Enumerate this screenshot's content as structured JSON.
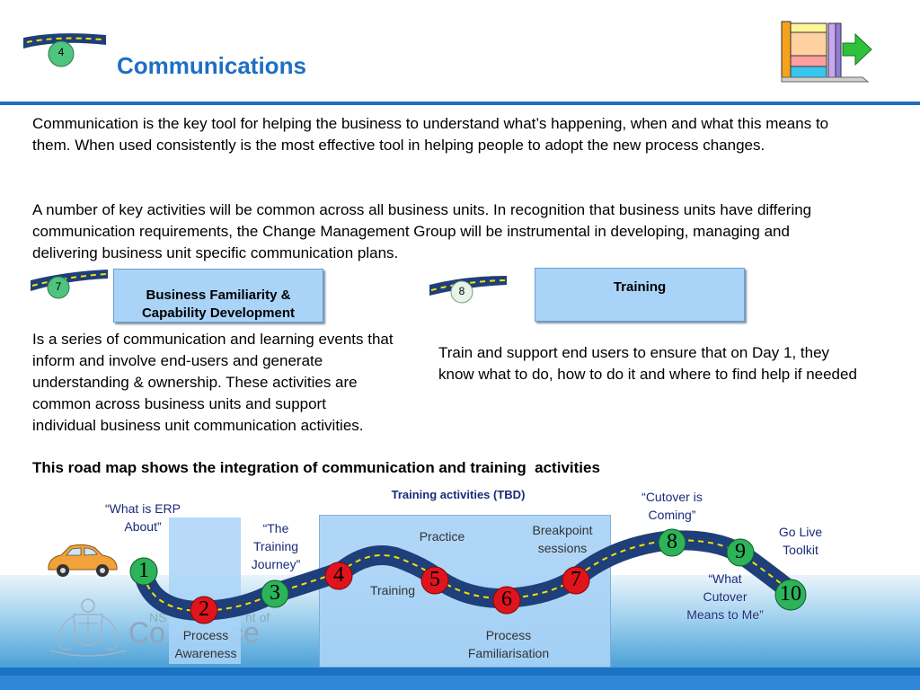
{
  "header": {
    "title": "Communications",
    "badge_number": "4"
  },
  "intro": {
    "paragraph1": "Communication is the key tool for helping the business to understand what’s happening, when and what this means to them. When used consistently is the most effective tool in helping people to adopt the new process changes.",
    "paragraph2": "A number of key activities will be common across all business units. In recognition that business units have differing communication requirements, the Change Management Group will be instrumental in developing, managing and delivering business unit specific communication plans."
  },
  "sections": [
    {
      "badge_number": "7",
      "box_label_line1": "Business Familiarity &",
      "box_label_line2": "Capability Development",
      "description": "Is a series of communication and learning events that inform and involve end-users and generate understanding & ownership. These activities are common across business units and support individual business unit communication activities."
    },
    {
      "badge_number": "8",
      "box_label_line1": "Training",
      "description": "Train and support end users to ensure that on Day 1, they know what to do, how to do it and where to find help if needed"
    }
  ],
  "roadmap": {
    "heading": "This road map shows the integration of communication and training  activities",
    "training_heading": "Training activities (TBD)",
    "labels": {
      "what_is_erp": "“What is ERP About”",
      "training_journey": "“The Training Journey”",
      "cutover_coming": "“Cutover is Coming”",
      "go_live": "Go Live Toolkit",
      "cutover_means": "“What Cutover Means to Me”",
      "practice": "Practice",
      "breakpoint": "Breakpoint sessions",
      "training": "Training",
      "process_awareness": "Process Awareness",
      "process_familiarisation": "Process Familiarisation"
    },
    "milestones": [
      {
        "n": "1",
        "color": "#2db35a"
      },
      {
        "n": "2",
        "color": "#e0141c"
      },
      {
        "n": "3",
        "color": "#2db35a"
      },
      {
        "n": "4",
        "color": "#e0141c"
      },
      {
        "n": "5",
        "color": "#e0141c"
      },
      {
        "n": "6",
        "color": "#e0141c"
      },
      {
        "n": "7",
        "color": "#e0141c"
      },
      {
        "n": "8",
        "color": "#2db35a"
      },
      {
        "n": "9",
        "color": "#2db35a"
      },
      {
        "n": "10",
        "color": "#2db35a"
      }
    ]
  },
  "watermark": {
    "org_line1": "NS",
    "org_line1b": "nt of",
    "org_line2": "Co",
    "org_line2b": "ce"
  },
  "colors": {
    "accent": "#1d6fc4",
    "box_fill": "#a9d3f7",
    "road": "#1f3f7a",
    "road_dash": "#f2e200"
  }
}
